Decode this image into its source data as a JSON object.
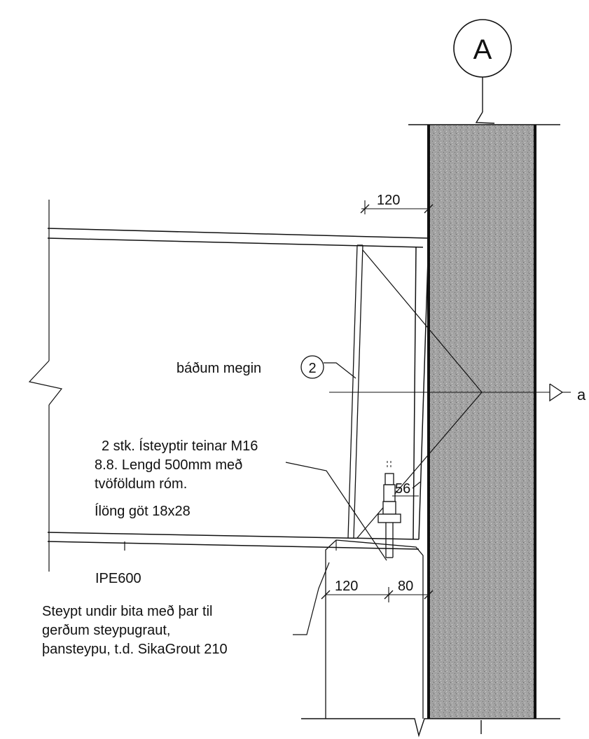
{
  "grid_marker": {
    "label": "A"
  },
  "dimensions": {
    "top_120": "120",
    "bolt_56": "56",
    "base_120": "120",
    "base_80": "80"
  },
  "stiffener_note": {
    "text": "báðum megin",
    "ref": "2"
  },
  "section_mark": {
    "letter": "a"
  },
  "bolts_note": {
    "lines": [
      "2 stk. Ísteyptir teinar M16",
      "8.8. Lengd 500mm með",
      "tvöföldum róm.",
      "Ílöng göt 18x28"
    ]
  },
  "beam_label": "IPE600",
  "grout_note": {
    "lines": [
      "Steypt undir bita með þar til",
      "gerðum steypugraut,",
      "þansteypu, t.d. SikaGrout 210"
    ]
  },
  "colors": {
    "ink": "#111111",
    "concrete_fill": "#9a9a9a"
  }
}
